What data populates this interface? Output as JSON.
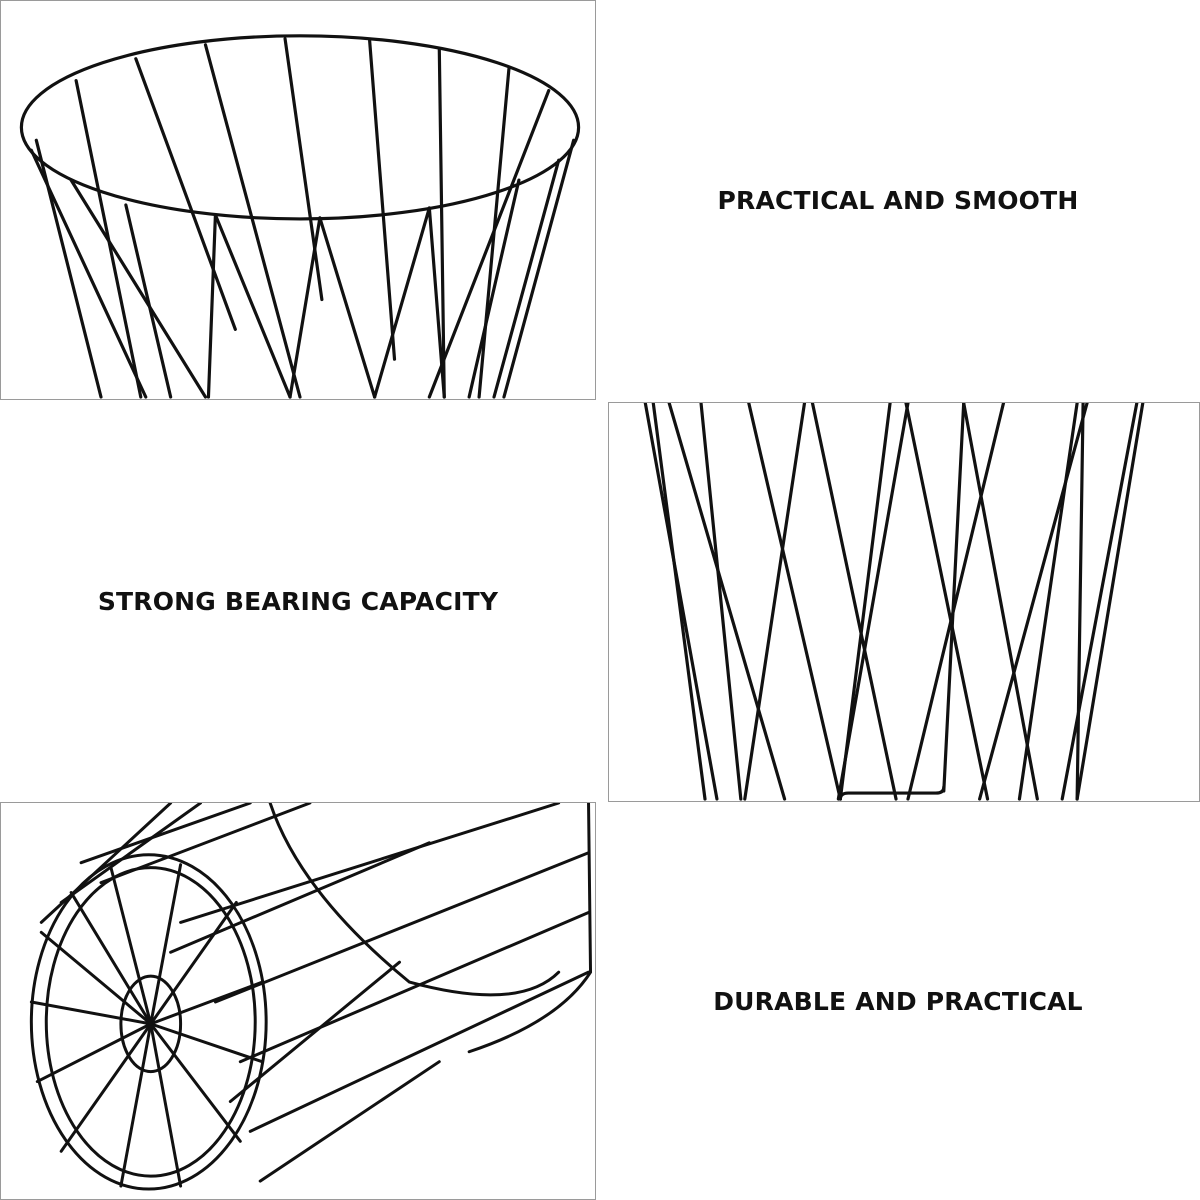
{
  "panels": {
    "top_right": {
      "caption": "PRACTICAL AND SMOOTH"
    },
    "middle_left": {
      "caption": "STRONG BEARING CAPACITY"
    },
    "bottom_right": {
      "caption": "DURABLE AND PRACTICAL"
    }
  },
  "colors": {
    "wire": "#111111",
    "frame": "#9a9a9a",
    "background": "#ffffff"
  },
  "images": {
    "top_left": "wire-basket-top-rim-illustration",
    "middle_right": "wire-basket-body-illustration",
    "bottom_left": "wire-basket-side-view-illustration"
  }
}
